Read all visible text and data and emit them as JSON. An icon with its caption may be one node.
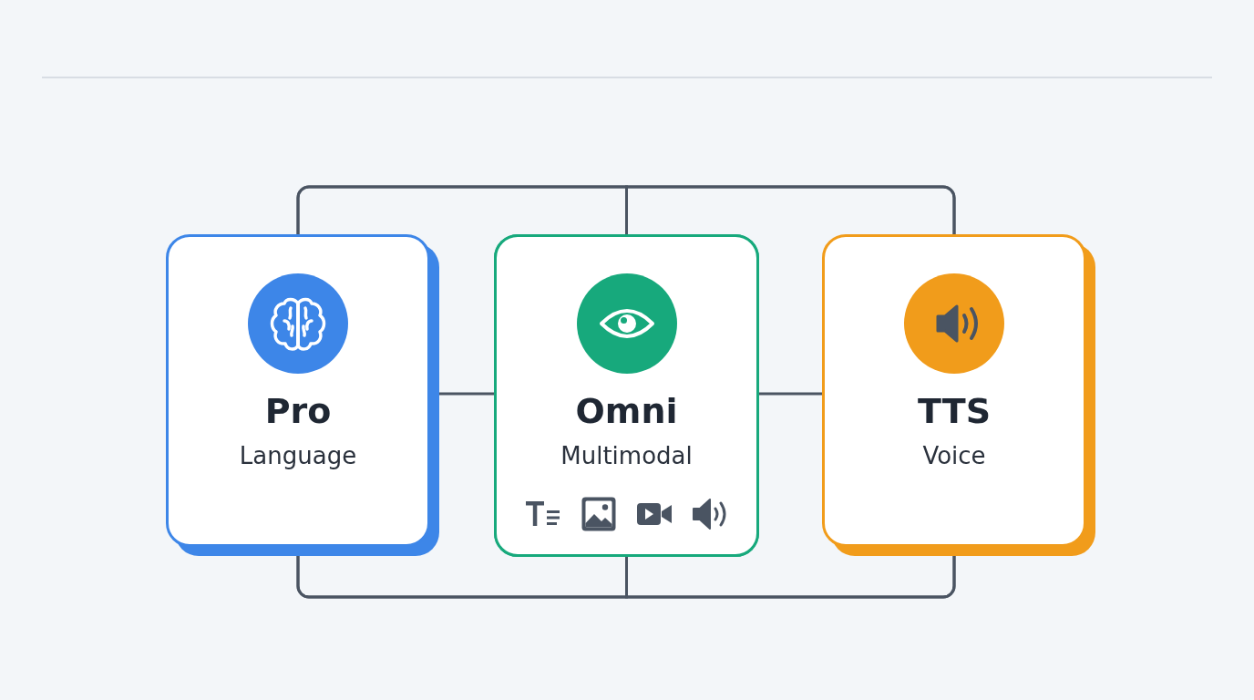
{
  "diagram": {
    "nodes": [
      {
        "text": [
          "Pro",
          "Language"
        ]
      },
      {
        "text": [
          "Omni",
          "Multimodal"
        ]
      },
      {
        "text": [
          "TTS",
          "Voice"
        ]
      }
    ],
    "edges": [
      {
        "from": 0,
        "to": 2,
        "arrow": "none"
      },
      {
        "from": 1,
        "to": 0,
        "arrow": "none"
      },
      {
        "from": 1,
        "to": 2,
        "arrow": "none"
      },
      {
        "from": 0,
        "to": 1,
        "arrow": "none"
      },
      {
        "from": 1,
        "to": 2,
        "arrow": "none"
      },
      {
        "from": 0,
        "to": 2,
        "arrow": "none"
      },
      {
        "from": 1,
        "to": 0,
        "arrow": "none"
      },
      {
        "from": 1,
        "to": 2,
        "arrow": "none"
      }
    ]
  }
}
